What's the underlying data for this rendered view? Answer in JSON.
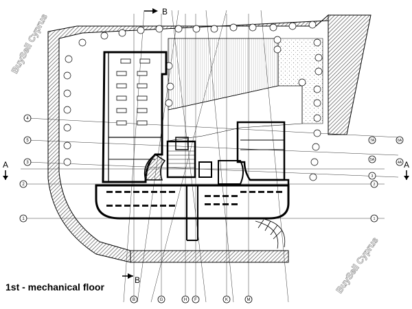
{
  "caption": "1st - mechanical floor",
  "section_a_label": "A",
  "section_b_label": "B",
  "watermark": "BuySell Cyprus",
  "grid_bottom": [
    "B",
    "G",
    "H",
    "F",
    "K",
    "M"
  ],
  "grid_left": [
    "4",
    "5",
    "3",
    "2",
    "1"
  ],
  "grid_right": [
    "7A",
    "6A",
    "5A",
    "4A",
    "3",
    "2",
    "1"
  ],
  "colors": {
    "line": "#000000",
    "hatch": "#555555",
    "watermark_stroke": "#9a9a9a"
  }
}
